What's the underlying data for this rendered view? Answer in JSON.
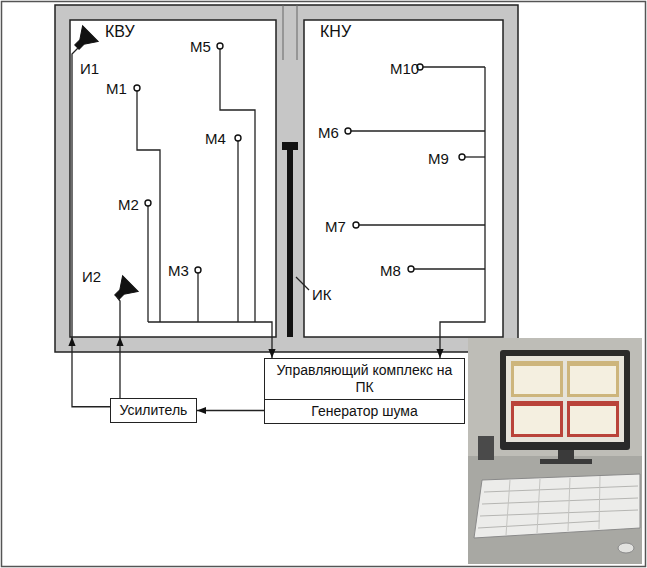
{
  "diagram": {
    "nodes": [
      {
        "text": [
          "КВУ"
        ]
      },
      {
        "text": [
          "КНУ"
        ]
      },
      {
        "text": [
          "Управляющий комплекс на ПК",
          "Генератор шума"
        ]
      },
      {
        "text": [
          "Усилитель"
        ]
      }
    ],
    "edges": [
      {
        "from": 0,
        "to": 2,
        "arrow": "to"
      },
      {
        "from": 1,
        "to": 2,
        "arrow": "to"
      },
      {
        "from": 2,
        "to": 3,
        "arrow": "to"
      },
      {
        "from": 3,
        "to": 0,
        "arrow": "to"
      },
      {
        "from": 3,
        "to": 0,
        "arrow": "to"
      }
    ],
    "labels": [
      "И1",
      "М1",
      "М5",
      "М4",
      "М2",
      "М3",
      "И2",
      "М10",
      "М6",
      "М9",
      "М7",
      "М8",
      "ИК"
    ]
  }
}
